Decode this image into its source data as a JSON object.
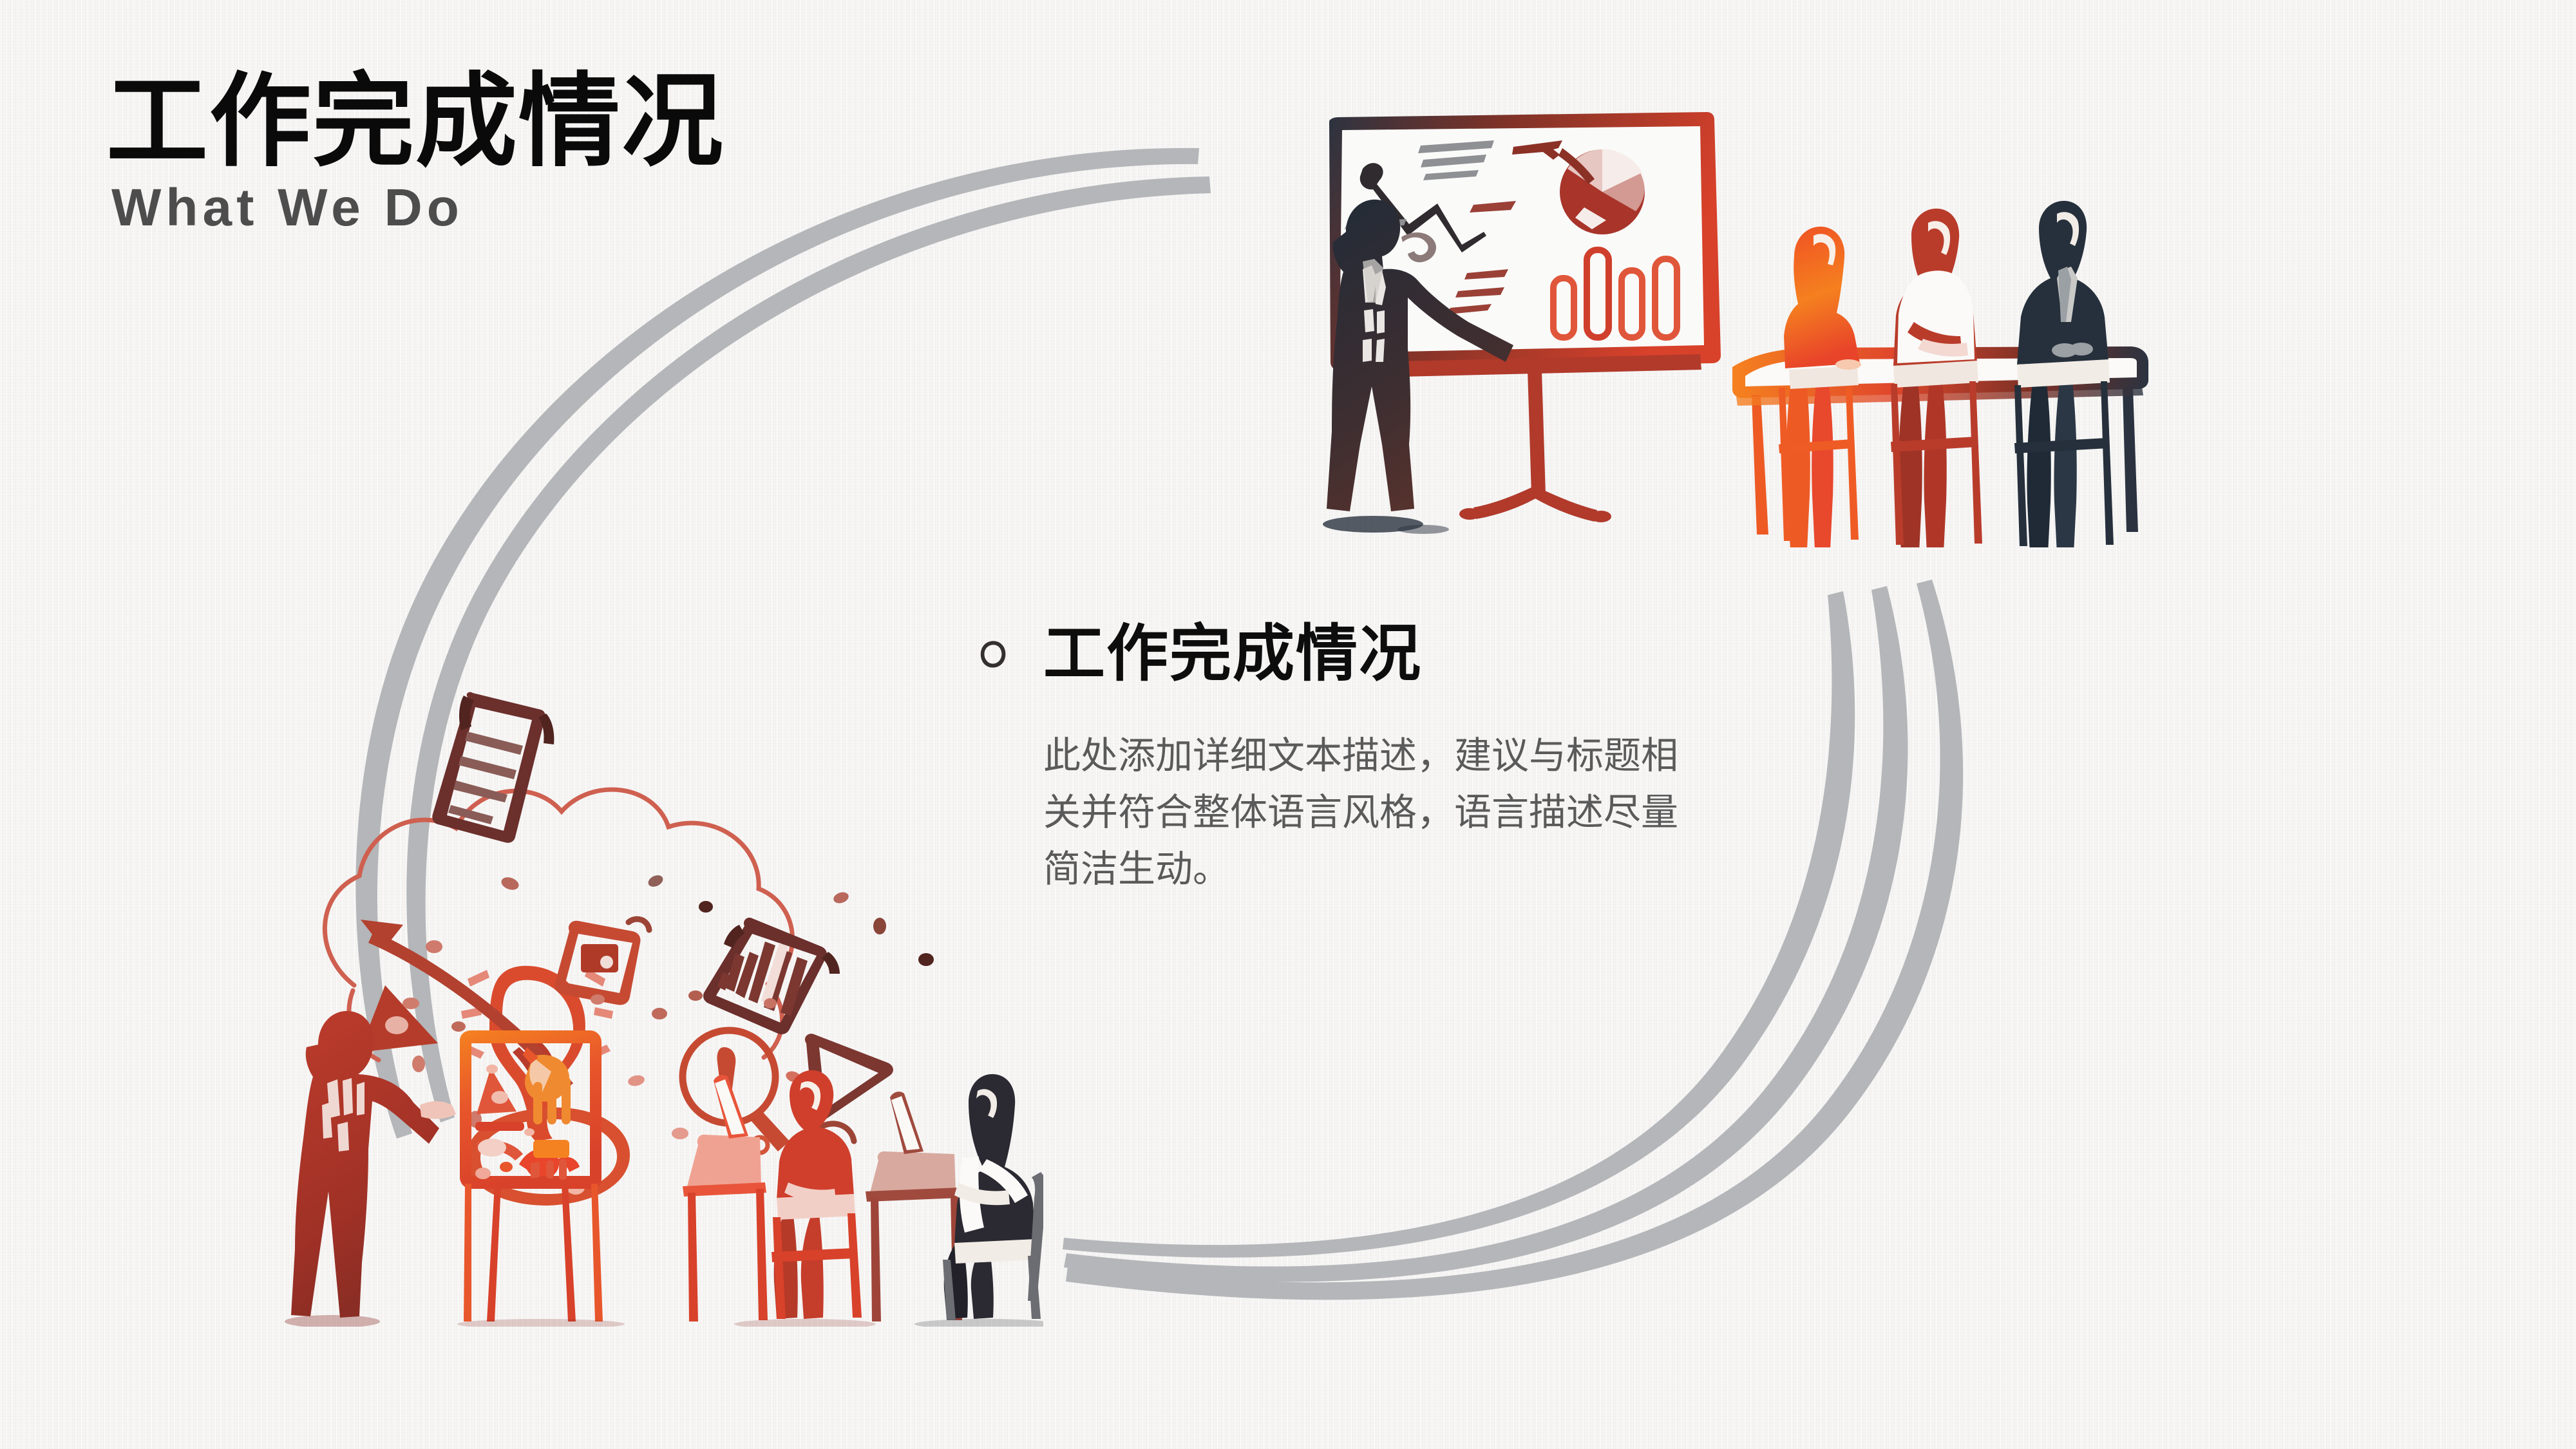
{
  "slide": {
    "background_color": "#f6f5f4",
    "title": "工作完成情况",
    "subtitle": "What We Do",
    "title_color": "#0a0a0a",
    "subtitle_color": "#4d4d4d"
  },
  "content": {
    "bullet_icon": "hand-drawn-circle-icon",
    "heading": "工作完成情况",
    "heading_color": "#0d0d0d",
    "body": "此处添加详细文本描述，建议与标题相关并符合整体语言风格，语言描述尽量简洁生动。",
    "body_color": "#5a5a5a"
  },
  "decoration": {
    "swoosh_color": "#b4b6b9",
    "left_arc_name": "left-swoosh-arcs",
    "right_arc_name": "right-swoosh-arcs"
  },
  "illustrations": [
    {
      "name": "business-presentation-illustration",
      "description": "男士在白板前讲解图表，三位同事在长桌前聆听",
      "position": "top-right",
      "palette": [
        "#2b3340",
        "#5a2f2c",
        "#b13a2b",
        "#e8532a",
        "#f57b28"
      ],
      "elements": [
        "whiteboard-with-charts",
        "line-chart",
        "pie-chart",
        "bar-chart",
        "presenter-figure",
        "seated-audience-figure-orange",
        "seated-audience-figure-red",
        "seated-audience-figure-navy",
        "conference-table",
        "easel-stand"
      ]
    },
    {
      "name": "team-brainstorm-illustration",
      "description": "团队头脑风暴：站立讲解者、图表展板、两位使用笔记本电脑的同事，上方漂浮创意图标云",
      "position": "bottom-left",
      "palette": [
        "#a8342a",
        "#c0392b",
        "#e0563a",
        "#f07a2e",
        "#2b3340"
      ],
      "elements": [
        "idea-cloud",
        "document-icon",
        "lightbulb-icon",
        "bar-chart-icon",
        "magnifier-icon",
        "play-button-icon",
        "image-icon",
        "standing-presenter-figure",
        "flipchart-board",
        "seated-figure-red-with-laptop",
        "seated-figure-navy-with-laptop",
        "desk"
      ]
    }
  ]
}
